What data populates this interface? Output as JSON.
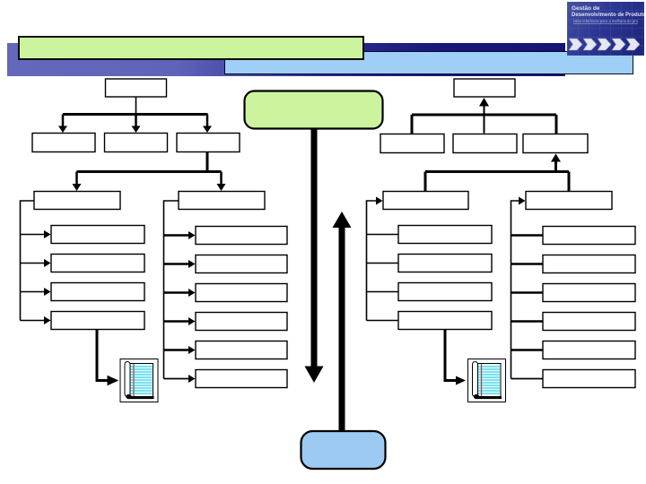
{
  "slide": {
    "type": "flowchart-template-slide",
    "background": "#ffffff"
  },
  "header": {
    "title_text": "",
    "colors": {
      "title_fill": "#ccf49e",
      "banner_left": "#6468bb",
      "banner_right": "#14147a",
      "blue_bar": "#9fcef7"
    }
  },
  "logo": {
    "line1": "Gestão de",
    "line2": "Desenvolvimento de Produtos",
    "line3": "Uma referência para a melhoria do processo"
  },
  "diagram": {
    "colors": {
      "start_node_fill": "#ccf49e",
      "end_node_fill": "#9ccaf3",
      "box_fill": "#ffffff",
      "line_color": "#000000",
      "notepad_paper": "#eafcfd",
      "notepad_lines": "#55d8e8",
      "notepad_margin": "#a04444"
    },
    "structure": {
      "center": {
        "start_node": "rounded-green-empty",
        "end_node": "rounded-blue-empty",
        "down_arrow": true,
        "up_arrow": true
      },
      "left_branch": {
        "flow": "downward",
        "top_boxes": 1,
        "level2_boxes": 3,
        "group_headers": 2,
        "inner_list_boxes": 4,
        "outer_list_boxes": 6,
        "document_icon": "notepad"
      },
      "right_branch": {
        "flow": "upward",
        "top_boxes": 1,
        "level2_boxes": 3,
        "group_headers": 2,
        "inner_list_boxes": 4,
        "outer_list_boxes": 6,
        "document_icon": "notepad"
      }
    },
    "all_boxes_empty": true
  }
}
